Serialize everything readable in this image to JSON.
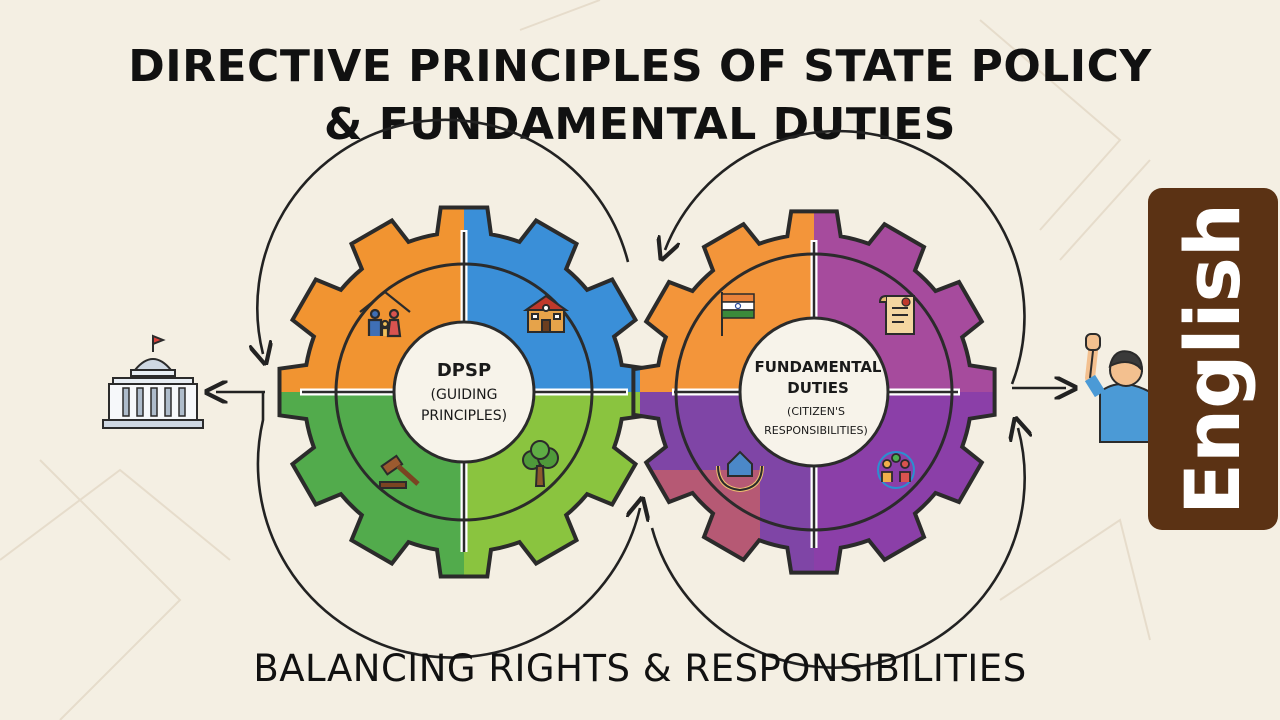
{
  "title": {
    "line1": "DIRECTIVE PRINCIPLES OF STATE POLICY",
    "line2": "& FUNDAMENTAL DUTIES"
  },
  "left_gear": {
    "label": "DPSP",
    "sub_line1": "(GUIDING",
    "sub_line2": "PRINCIPLES)",
    "segments": [
      {
        "icon": "family-home-icon",
        "color": "#f19431"
      },
      {
        "icon": "school-building-icon",
        "color": "#3a8fd8"
      },
      {
        "icon": "gavel-icon",
        "color": "#52ab4c"
      },
      {
        "icon": "tree-icon",
        "color": "#8ac43f"
      }
    ]
  },
  "right_gear": {
    "label_line1": "FUNDAMENTAL",
    "label_line2": "DUTIES",
    "sub_line1": "(CITIZEN'S",
    "sub_line2": "RESPONSIBILITIES)",
    "segments": [
      {
        "icon": "india-flag-icon",
        "color": "#f3953a"
      },
      {
        "icon": "constitution-scroll-icon",
        "color": "#a64b9d"
      },
      {
        "icon": "hands-home-icon",
        "color": "#7f45a6"
      },
      {
        "icon": "community-circle-icon",
        "color": "#8b3fa8"
      }
    ]
  },
  "left_figure": "government-building-icon",
  "right_figure": "citizen-raised-hand-icon",
  "subtitle": "BALANCING RIGHTS & RESPONSIBILITIES",
  "language_tab": "English"
}
